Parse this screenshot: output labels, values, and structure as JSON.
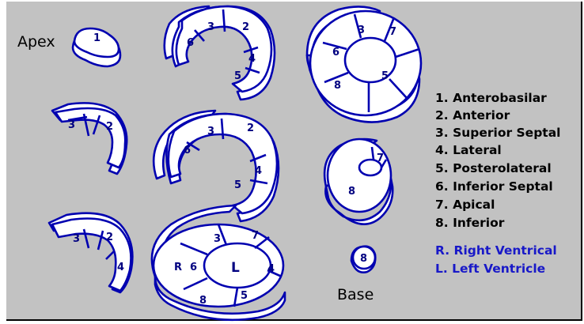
{
  "labels": {
    "apex": "Apex",
    "base": "Base"
  },
  "legend": {
    "segments": [
      "1. Anterobasilar",
      "2. Anterior",
      "3. Superior Septal",
      "4. Lateral",
      "5. Posterolateral",
      "6. Inferior Septal",
      "7. Apical",
      "8. Inferior"
    ],
    "chambers": [
      "R. Right Ventrical",
      "L. Left Ventricle"
    ]
  },
  "segment_numbers": {
    "one": "1",
    "two": "2",
    "three": "3",
    "four": "4",
    "five": "5",
    "six": "6",
    "seven": "7",
    "eight": "8"
  },
  "chamber_letters": {
    "right": "R",
    "left": "L"
  },
  "colors": {
    "background": "#c2c2c2",
    "outline": "#0000b0",
    "fill": "#ffffff",
    "chamber_legend": "#1818c8"
  }
}
